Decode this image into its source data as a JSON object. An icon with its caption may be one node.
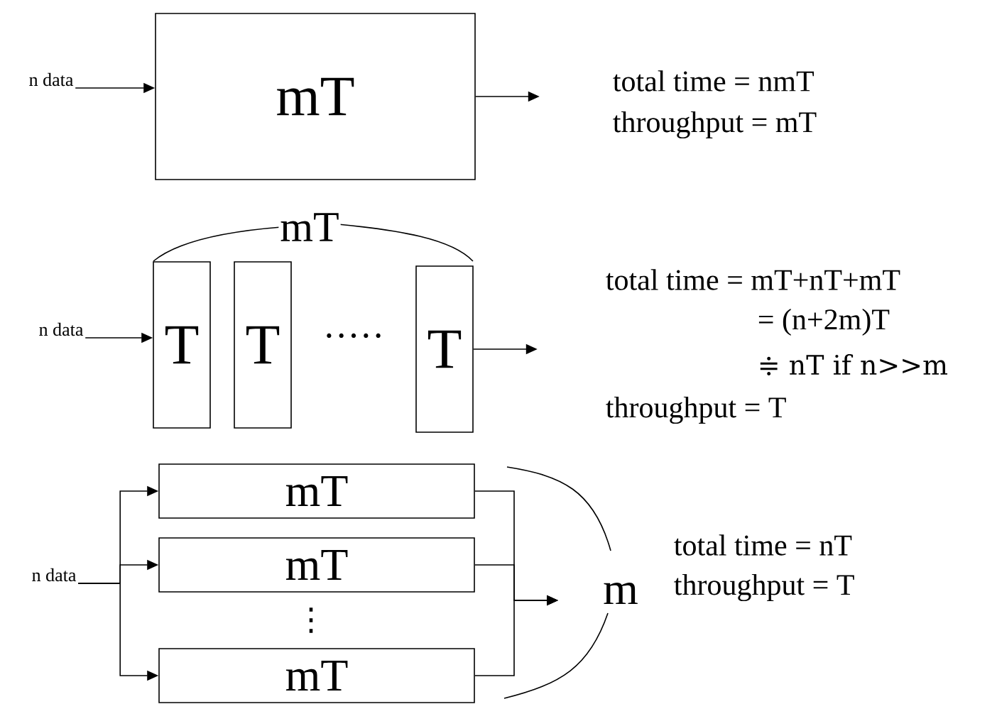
{
  "diagram": {
    "nodes": [
      {
        "text": [
          "n data"
        ]
      },
      {
        "text": [
          "mT"
        ]
      },
      {
        "text": [
          "n data"
        ]
      },
      {
        "text": [
          "T"
        ]
      },
      {
        "text": [
          "T"
        ]
      },
      {
        "text": [
          "T"
        ]
      },
      {
        "text": [
          "n data"
        ]
      },
      {
        "text": [
          "mT"
        ]
      },
      {
        "text": [
          "mT"
        ]
      },
      {
        "text": [
          "mT"
        ]
      }
    ],
    "edges": [
      {
        "from": 0,
        "to": 1,
        "arrow": "to"
      },
      {
        "from": 1,
        "to": null,
        "arrow": "to"
      },
      {
        "from": 2,
        "to": 3,
        "arrow": "to"
      },
      {
        "from": 5,
        "to": null,
        "arrow": "to"
      },
      {
        "from": 6,
        "to": 7,
        "arrow": "to"
      },
      {
        "from": 6,
        "to": 8,
        "arrow": "to"
      },
      {
        "from": 6,
        "to": 9,
        "arrow": "to"
      },
      {
        "from": 7,
        "to": null,
        "arrow": "to"
      },
      {
        "from": 8,
        "to": null,
        "arrow": "to"
      },
      {
        "from": 9,
        "to": null,
        "arrow": "to"
      }
    ],
    "labels": [
      "total time = nmT",
      "throughput = mT",
      "mT",
      "·····",
      "total time = mT+nT+mT",
      "= (n+2m)T",
      "≑ nT if n>>m",
      "throughput = T",
      "⋮",
      "m",
      "total time = nT",
      "throughput = T"
    ]
  }
}
